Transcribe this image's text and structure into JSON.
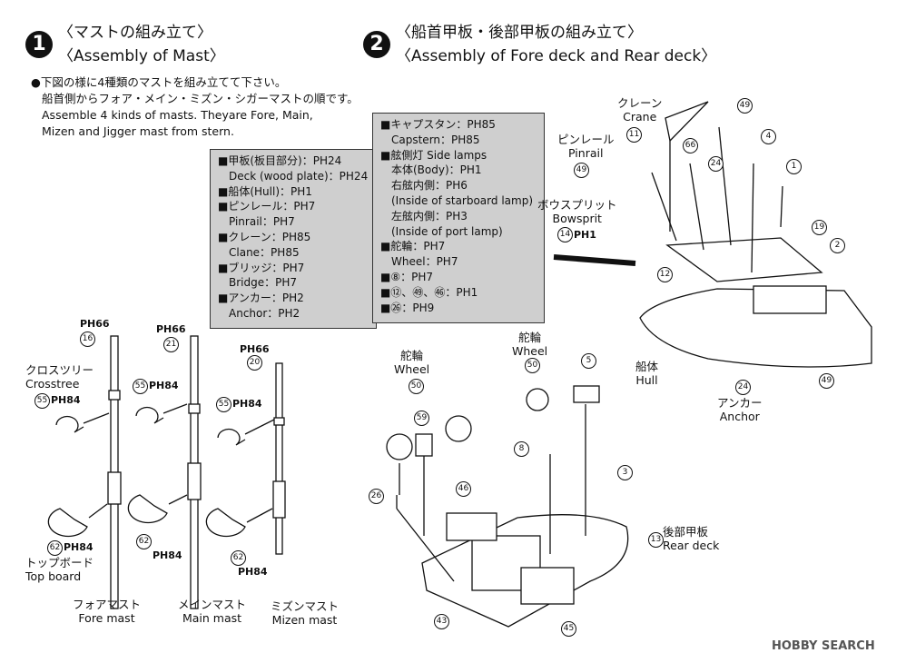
{
  "step1": {
    "num": "1",
    "title_ja": "〈マストの組み立て〉",
    "title_en": "〈Assembly of Mast〉",
    "intro": [
      "●下図の様に4種類のマストを組み立てて下さい。",
      "船首側からフォア・メイン・ミズン・シガーマストの順です。",
      "Assemble 4 kinds of masts. Theyare Fore, Main,",
      "Mizen and Jigger mast from stern."
    ]
  },
  "step2": {
    "num": "2",
    "title_ja": "〈船首甲板・後部甲板の組み立て〉",
    "title_en": "〈Assembly of Fore deck and Rear deck〉"
  },
  "legend1": [
    "■甲板(板目部分)：PH24",
    "　Deck (wood plate)：PH24",
    "■船体(Hull)：PH1",
    "■ピンレール：PH7",
    "　Pinrail：PH7",
    "■クレーン：PH85",
    "　Clane：PH85",
    "■ブリッジ：PH7",
    "　Bridge：PH7",
    "■アンカー：PH2",
    "　Anchor：PH2"
  ],
  "legend2": [
    "■キャプスタン：PH85",
    "　Capstern：PH85",
    "■舷側灯 Side lamps",
    "　本体(Body)：PH1",
    "　右舷内側：PH6",
    "　(Inside of starboard lamp)",
    "　左舷内側：PH3",
    "　(Inside of port lamp)",
    "■舵輪：PH7",
    "　Wheel：PH7",
    "■⑧：PH7",
    "■⑫、㊾、㊻：PH1",
    "■㉖：PH9"
  ],
  "masts": {
    "fore_ja": "フォアマスト",
    "fore_en": "Fore mast",
    "main_ja": "メインマスト",
    "main_en": "Main mast",
    "mizen_ja": "ミズンマスト",
    "mizen_en": "Mizen mast",
    "crosstree_ja": "クロスツリー",
    "crosstree_en": "Crosstree",
    "topboard_ja": "トップボード",
    "topboard_en": "Top board"
  },
  "codes": {
    "ph66": "PH66",
    "ph84": "PH84"
  },
  "labels": {
    "crane_ja": "クレーン",
    "crane_en": "Crane",
    "pinrail_ja": "ピンレール",
    "pinrail_en": "Pinrail",
    "bowsprit_ja": "ボウスプリット",
    "bowsprit_en": "Bowsprit",
    "hull_ja": "船体",
    "hull_en": "Hull",
    "anchor_ja": "アンカー",
    "anchor_en": "Anchor",
    "wheel_ja": "舵輪",
    "wheel_en": "Wheel",
    "reardeck_ja": "後部甲板",
    "reardeck_en": "Rear deck",
    "ph1": "PH1"
  },
  "parts": {
    "n1": "1",
    "n2": "2",
    "n3": "3",
    "n4": "4",
    "n5": "5",
    "n8": "8",
    "n11": "11",
    "n12": "12",
    "n13": "13",
    "n14": "14",
    "n16": "16",
    "n19": "19",
    "n20": "20",
    "n21": "21",
    "n24": "24",
    "n26": "26",
    "n43": "43",
    "n45": "45",
    "n46": "46",
    "n49": "49",
    "n50": "50",
    "n55": "55",
    "n59": "59",
    "n62": "62",
    "n66": "66"
  },
  "watermark": "HOBBY SEARCH",
  "colors": {
    "legend_bg": "#cfcfcf",
    "ink": "#111111"
  }
}
